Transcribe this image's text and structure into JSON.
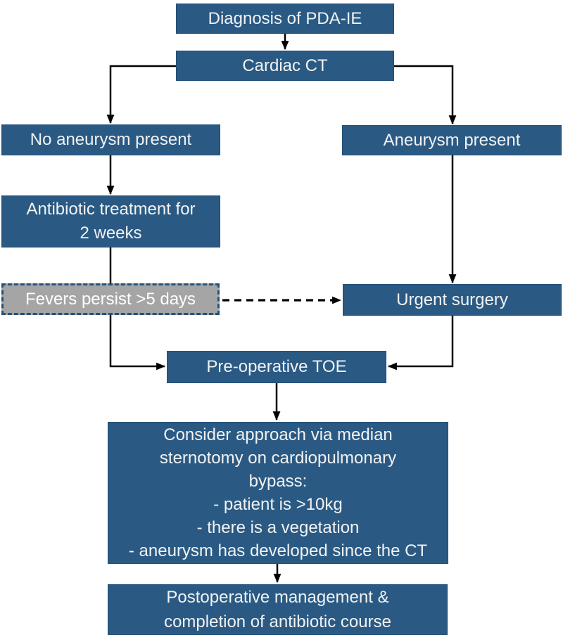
{
  "diagram": {
    "type": "flowchart",
    "background": "#ffffff",
    "colors": {
      "node_fill": "#2a5a84",
      "node_border": "#1f4e79",
      "node_text": "#f2f2f2",
      "conditional_fill": "#a5a5a5",
      "conditional_border": "#24517c",
      "connector": "#000000"
    },
    "nodes": {
      "diagnosis": "Diagnosis of PDA-IE",
      "cardiac_ct": "Cardiac CT",
      "no_aneurysm": "No aneurysm present",
      "antibiotics": {
        "lines": [
          "Antibiotic treatment for",
          "2 weeks"
        ]
      },
      "fevers": "Fevers persist >5 days",
      "aneurysm": "Aneurysm present",
      "urgent_surgery": "Urgent surgery",
      "preop_toe": "Pre-operative TOE",
      "consider": {
        "lines": [
          "Consider approach via median",
          "sternotomy on cardiopulmonary",
          "bypass:",
          "- patient is >10kg",
          "- there is a vegetation",
          "- aneurysm has developed since the CT"
        ]
      },
      "postop": {
        "lines": [
          "Postoperative management &",
          "completion of antibiotic course"
        ]
      }
    },
    "edges": [
      {
        "from": "diagnosis",
        "to": "cardiac_ct",
        "style": "solid"
      },
      {
        "from": "cardiac_ct",
        "to": "no_aneurysm",
        "style": "solid"
      },
      {
        "from": "cardiac_ct",
        "to": "aneurysm",
        "style": "solid"
      },
      {
        "from": "no_aneurysm",
        "to": "antibiotics",
        "style": "solid"
      },
      {
        "from": "antibiotics",
        "to": "fevers",
        "style": "solid"
      },
      {
        "from": "fevers",
        "to": "urgent_surgery",
        "style": "dashed"
      },
      {
        "from": "aneurysm",
        "to": "urgent_surgery",
        "style": "solid"
      },
      {
        "from": "fevers",
        "to": "preop_toe",
        "style": "solid"
      },
      {
        "from": "urgent_surgery",
        "to": "preop_toe",
        "style": "solid"
      },
      {
        "from": "preop_toe",
        "to": "consider",
        "style": "solid"
      },
      {
        "from": "consider",
        "to": "postop",
        "style": "solid"
      }
    ]
  }
}
